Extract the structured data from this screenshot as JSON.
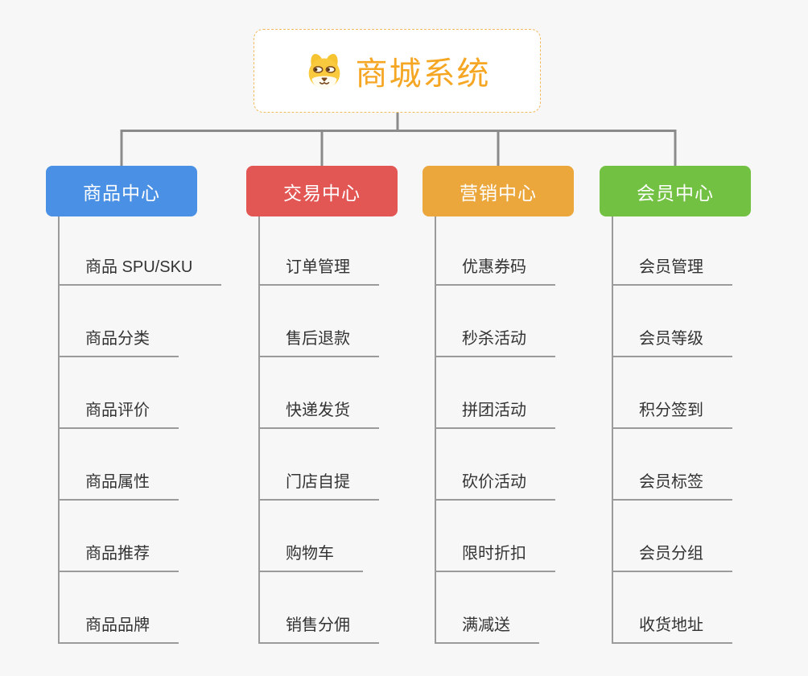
{
  "background_color": "#F7F7F7",
  "connector_color": "#8B8B8B",
  "underline_color": "#9B9B9B",
  "root": {
    "title": "商城系统",
    "icon": "dog-face-icon",
    "text_color": "#F5A623",
    "border_color": "#F3BA60"
  },
  "branches": [
    {
      "label": "商品中心",
      "color": "#4A90E4",
      "items": [
        "商品 SPU/SKU",
        "商品分类",
        "商品评价",
        "商品属性",
        "商品推荐",
        "商品品牌"
      ]
    },
    {
      "label": "交易中心",
      "color": "#E25754",
      "items": [
        "订单管理",
        "售后退款",
        "快递发货",
        "门店自提",
        "购物车",
        "销售分佣"
      ]
    },
    {
      "label": "营销中心",
      "color": "#EBA63C",
      "items": [
        "优惠券码",
        "秒杀活动",
        "拼团活动",
        "砍价活动",
        "限时折扣",
        "满减送"
      ]
    },
    {
      "label": "会员中心",
      "color": "#72C142",
      "items": [
        "会员管理",
        "会员等级",
        "积分签到",
        "会员标签",
        "会员分组",
        "收货地址"
      ]
    }
  ]
}
